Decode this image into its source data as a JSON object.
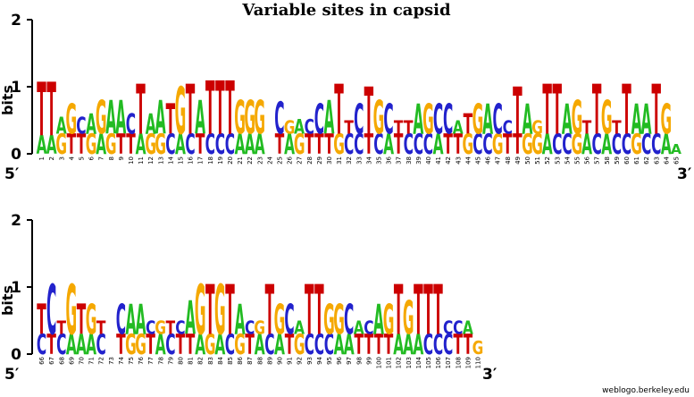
{
  "title": "Variable sites in capsid",
  "credit": "weblogo.berkeley.edu",
  "colors": {
    "A": "#22bb22",
    "C": "#2222cc",
    "G": "#f5a800",
    "T": "#cc0000"
  },
  "chart_data": {
    "type": "sequence-logo",
    "title": "Variable sites in capsid",
    "ylabel": "bits",
    "ylim": [
      0,
      2
    ],
    "yticks": [
      "0",
      "1",
      "2"
    ],
    "start_label": "5′",
    "end_label": "3′",
    "columns_per_row": 65,
    "positions": [
      {
        "pos": "1",
        "stack": [
          "A",
          "T"
        ],
        "h": [
          0.28,
          0.8
        ]
      },
      {
        "pos": "2",
        "stack": [
          "A",
          "T"
        ],
        "h": [
          0.28,
          0.8
        ]
      },
      {
        "pos": "3",
        "stack": [
          "G",
          "A"
        ],
        "h": [
          0.3,
          0.25
        ]
      },
      {
        "pos": "4",
        "stack": [
          "T",
          "G"
        ],
        "h": [
          0.3,
          0.45
        ]
      },
      {
        "pos": "5",
        "stack": [
          "T",
          "C"
        ],
        "h": [
          0.3,
          0.25
        ]
      },
      {
        "pos": "6",
        "stack": [
          "G",
          "A"
        ],
        "h": [
          0.3,
          0.3
        ]
      },
      {
        "pos": "7",
        "stack": [
          "A",
          "G"
        ],
        "h": [
          0.3,
          0.5
        ]
      },
      {
        "pos": "8",
        "stack": [
          "G",
          "A"
        ],
        "h": [
          0.3,
          0.5
        ]
      },
      {
        "pos": "9",
        "stack": [
          "T",
          "A"
        ],
        "h": [
          0.3,
          0.5
        ]
      },
      {
        "pos": "10",
        "stack": [
          "T",
          "C"
        ],
        "h": [
          0.3,
          0.3
        ]
      },
      {
        "pos": "11",
        "stack": [
          "A",
          "T"
        ],
        "h": [
          0.3,
          0.75
        ]
      },
      {
        "pos": "12",
        "stack": [
          "G",
          "A"
        ],
        "h": [
          0.3,
          0.3
        ]
      },
      {
        "pos": "13",
        "stack": [
          "G",
          "A"
        ],
        "h": [
          0.3,
          0.5
        ]
      },
      {
        "pos": "14",
        "stack": [
          "C",
          "T"
        ],
        "h": [
          0.3,
          0.45
        ]
      },
      {
        "pos": "15",
        "stack": [
          "A",
          "G"
        ],
        "h": [
          0.3,
          0.7
        ]
      },
      {
        "pos": "16",
        "stack": [
          "C",
          "T"
        ],
        "h": [
          0.3,
          0.75
        ]
      },
      {
        "pos": "17",
        "stack": [
          "T",
          "A"
        ],
        "h": [
          0.3,
          0.5
        ]
      },
      {
        "pos": "18",
        "stack": [
          "C",
          "T"
        ],
        "h": [
          0.3,
          0.8
        ]
      },
      {
        "pos": "19",
        "stack": [
          "C",
          "T"
        ],
        "h": [
          0.3,
          0.8
        ]
      },
      {
        "pos": "20",
        "stack": [
          "C",
          "T"
        ],
        "h": [
          0.3,
          0.8
        ]
      },
      {
        "pos": "21",
        "stack": [
          "A",
          "G"
        ],
        "h": [
          0.3,
          0.5
        ]
      },
      {
        "pos": "22",
        "stack": [
          "A",
          "G"
        ],
        "h": [
          0.3,
          0.5
        ]
      },
      {
        "pos": "23",
        "stack": [
          "A",
          "G"
        ],
        "h": [
          0.3,
          0.5
        ]
      },
      {
        "pos": "24",
        "stack": [],
        "h": []
      },
      {
        "pos": "25",
        "stack": [
          "T",
          "C"
        ],
        "h": [
          0.3,
          0.48
        ]
      },
      {
        "pos": "26",
        "stack": [
          "A",
          "G"
        ],
        "h": [
          0.3,
          0.2
        ]
      },
      {
        "pos": "27",
        "stack": [
          "G",
          "A"
        ],
        "h": [
          0.3,
          0.22
        ]
      },
      {
        "pos": "28",
        "stack": [
          "T",
          "C"
        ],
        "h": [
          0.3,
          0.22
        ]
      },
      {
        "pos": "29",
        "stack": [
          "T",
          "C"
        ],
        "h": [
          0.3,
          0.45
        ]
      },
      {
        "pos": "30",
        "stack": [
          "T",
          "A"
        ],
        "h": [
          0.3,
          0.5
        ]
      },
      {
        "pos": "31",
        "stack": [
          "G",
          "T"
        ],
        "h": [
          0.3,
          0.75
        ]
      },
      {
        "pos": "32",
        "stack": [
          "C",
          "T"
        ],
        "h": [
          0.3,
          0.2
        ]
      },
      {
        "pos": "33",
        "stack": [
          "C",
          "C"
        ],
        "h": [
          0.3,
          0.45
        ]
      },
      {
        "pos": "34",
        "stack": [
          "T",
          "T"
        ],
        "h": [
          0.3,
          0.7
        ]
      },
      {
        "pos": "35",
        "stack": [
          "C",
          "G"
        ],
        "h": [
          0.3,
          0.5
        ]
      },
      {
        "pos": "36",
        "stack": [
          "A",
          "C"
        ],
        "h": [
          0.3,
          0.45
        ]
      },
      {
        "pos": "37",
        "stack": [
          "T",
          "T"
        ],
        "h": [
          0.3,
          0.2
        ]
      },
      {
        "pos": "38",
        "stack": [
          "C",
          "T"
        ],
        "h": [
          0.3,
          0.2
        ]
      },
      {
        "pos": "39",
        "stack": [
          "C",
          "A"
        ],
        "h": [
          0.3,
          0.45
        ]
      },
      {
        "pos": "40",
        "stack": [
          "C",
          "G"
        ],
        "h": [
          0.3,
          0.45
        ]
      },
      {
        "pos": "41",
        "stack": [
          "A",
          "C"
        ],
        "h": [
          0.3,
          0.45
        ]
      },
      {
        "pos": "42",
        "stack": [
          "T",
          "C"
        ],
        "h": [
          0.3,
          0.45
        ]
      },
      {
        "pos": "43",
        "stack": [
          "T",
          "A"
        ],
        "h": [
          0.3,
          0.2
        ]
      },
      {
        "pos": "44",
        "stack": [
          "G",
          "T"
        ],
        "h": [
          0.3,
          0.3
        ]
      },
      {
        "pos": "45",
        "stack": [
          "C",
          "G"
        ],
        "h": [
          0.3,
          0.45
        ]
      },
      {
        "pos": "46",
        "stack": [
          "C",
          "A"
        ],
        "h": [
          0.3,
          0.45
        ]
      },
      {
        "pos": "47",
        "stack": [
          "G",
          "C"
        ],
        "h": [
          0.3,
          0.45
        ]
      },
      {
        "pos": "48",
        "stack": [
          "T",
          "C"
        ],
        "h": [
          0.3,
          0.2
        ]
      },
      {
        "pos": "49",
        "stack": [
          "T",
          "T"
        ],
        "h": [
          0.3,
          0.7
        ]
      },
      {
        "pos": "50",
        "stack": [
          "G",
          "A"
        ],
        "h": [
          0.3,
          0.45
        ]
      },
      {
        "pos": "51",
        "stack": [
          "G",
          "G"
        ],
        "h": [
          0.3,
          0.2
        ]
      },
      {
        "pos": "52",
        "stack": [
          "A",
          "T"
        ],
        "h": [
          0.3,
          0.75
        ]
      },
      {
        "pos": "53",
        "stack": [
          "C",
          "T"
        ],
        "h": [
          0.3,
          0.75
        ]
      },
      {
        "pos": "54",
        "stack": [
          "C",
          "A"
        ],
        "h": [
          0.3,
          0.45
        ]
      },
      {
        "pos": "55",
        "stack": [
          "G",
          "G"
        ],
        "h": [
          0.3,
          0.5
        ]
      },
      {
        "pos": "56",
        "stack": [
          "A",
          "T"
        ],
        "h": [
          0.3,
          0.2
        ]
      },
      {
        "pos": "57",
        "stack": [
          "C",
          "T"
        ],
        "h": [
          0.3,
          0.75
        ]
      },
      {
        "pos": "58",
        "stack": [
          "A",
          "G"
        ],
        "h": [
          0.3,
          0.5
        ]
      },
      {
        "pos": "59",
        "stack": [
          "C",
          "T"
        ],
        "h": [
          0.3,
          0.2
        ]
      },
      {
        "pos": "60",
        "stack": [
          "C",
          "T"
        ],
        "h": [
          0.3,
          0.75
        ]
      },
      {
        "pos": "61",
        "stack": [
          "G",
          "A"
        ],
        "h": [
          0.3,
          0.45
        ]
      },
      {
        "pos": "62",
        "stack": [
          "C",
          "A"
        ],
        "h": [
          0.3,
          0.45
        ]
      },
      {
        "pos": "63",
        "stack": [
          "C",
          "T"
        ],
        "h": [
          0.3,
          0.75
        ]
      },
      {
        "pos": "64",
        "stack": [
          "A",
          "G"
        ],
        "h": [
          0.3,
          0.45
        ]
      },
      {
        "pos": "65",
        "stack": [
          "A"
        ],
        "h": [
          0.15
        ]
      },
      {
        "pos": "66",
        "stack": [
          "C",
          "T"
        ],
        "h": [
          0.3,
          0.45
        ]
      },
      {
        "pos": "67",
        "stack": [
          "T",
          "C"
        ],
        "h": [
          0.3,
          0.75
        ]
      },
      {
        "pos": "68",
        "stack": [
          "C",
          "T"
        ],
        "h": [
          0.3,
          0.2
        ]
      },
      {
        "pos": "69",
        "stack": [
          "A",
          "G"
        ],
        "h": [
          0.3,
          0.75
        ]
      },
      {
        "pos": "70",
        "stack": [
          "A",
          "T"
        ],
        "h": [
          0.3,
          0.45
        ]
      },
      {
        "pos": "71",
        "stack": [
          "A",
          "G"
        ],
        "h": [
          0.3,
          0.45
        ]
      },
      {
        "pos": "72",
        "stack": [
          "C",
          "T"
        ],
        "h": [
          0.3,
          0.2
        ]
      },
      {
        "pos": "73",
        "stack": [],
        "h": []
      },
      {
        "pos": "74",
        "stack": [
          "T",
          "C"
        ],
        "h": [
          0.3,
          0.45
        ]
      },
      {
        "pos": "75",
        "stack": [
          "G",
          "A"
        ],
        "h": [
          0.3,
          0.45
        ]
      },
      {
        "pos": "76",
        "stack": [
          "G",
          "A"
        ],
        "h": [
          0.3,
          0.45
        ]
      },
      {
        "pos": "77",
        "stack": [
          "T",
          "C"
        ],
        "h": [
          0.3,
          0.2
        ]
      },
      {
        "pos": "78",
        "stack": [
          "A",
          "G"
        ],
        "h": [
          0.3,
          0.2
        ]
      },
      {
        "pos": "79",
        "stack": [
          "C",
          "T"
        ],
        "h": [
          0.3,
          0.2
        ]
      },
      {
        "pos": "80",
        "stack": [
          "T",
          "C"
        ],
        "h": [
          0.3,
          0.2
        ]
      },
      {
        "pos": "81",
        "stack": [
          "T",
          "A"
        ],
        "h": [
          0.3,
          0.5
        ]
      },
      {
        "pos": "82",
        "stack": [
          "A",
          "G"
        ],
        "h": [
          0.3,
          0.75
        ]
      },
      {
        "pos": "83",
        "stack": [
          "G",
          "T"
        ],
        "h": [
          0.3,
          0.75
        ]
      },
      {
        "pos": "84",
        "stack": [
          "A",
          "G"
        ],
        "h": [
          0.3,
          0.75
        ]
      },
      {
        "pos": "85",
        "stack": [
          "C",
          "T"
        ],
        "h": [
          0.3,
          0.75
        ]
      },
      {
        "pos": "86",
        "stack": [
          "G",
          "A"
        ],
        "h": [
          0.3,
          0.45
        ]
      },
      {
        "pos": "87",
        "stack": [
          "T",
          "C"
        ],
        "h": [
          0.3,
          0.2
        ]
      },
      {
        "pos": "88",
        "stack": [
          "A",
          "G"
        ],
        "h": [
          0.3,
          0.2
        ]
      },
      {
        "pos": "89",
        "stack": [
          "C",
          "T"
        ],
        "h": [
          0.3,
          0.75
        ]
      },
      {
        "pos": "90",
        "stack": [
          "A",
          "G"
        ],
        "h": [
          0.3,
          0.45
        ]
      },
      {
        "pos": "91",
        "stack": [
          "T",
          "C"
        ],
        "h": [
          0.3,
          0.45
        ]
      },
      {
        "pos": "92",
        "stack": [
          "G",
          "A"
        ],
        "h": [
          0.3,
          0.2
        ]
      },
      {
        "pos": "93",
        "stack": [
          "C",
          "T"
        ],
        "h": [
          0.3,
          0.75
        ]
      },
      {
        "pos": "94",
        "stack": [
          "C",
          "T"
        ],
        "h": [
          0.3,
          0.75
        ]
      },
      {
        "pos": "95",
        "stack": [
          "C",
          "G"
        ],
        "h": [
          0.3,
          0.45
        ]
      },
      {
        "pos": "96",
        "stack": [
          "A",
          "G"
        ],
        "h": [
          0.3,
          0.45
        ]
      },
      {
        "pos": "97",
        "stack": [
          "A",
          "C"
        ],
        "h": [
          0.3,
          0.45
        ]
      },
      {
        "pos": "98",
        "stack": [
          "T",
          "A"
        ],
        "h": [
          0.3,
          0.2
        ]
      },
      {
        "pos": "99",
        "stack": [
          "T",
          "C"
        ],
        "h": [
          0.3,
          0.2
        ]
      },
      {
        "pos": "100",
        "stack": [
          "T",
          "A"
        ],
        "h": [
          0.3,
          0.45
        ]
      },
      {
        "pos": "101",
        "stack": [
          "T",
          "G"
        ],
        "h": [
          0.3,
          0.45
        ]
      },
      {
        "pos": "102",
        "stack": [
          "A",
          "T"
        ],
        "h": [
          0.3,
          0.75
        ]
      },
      {
        "pos": "103",
        "stack": [
          "A",
          "G"
        ],
        "h": [
          0.3,
          0.5
        ]
      },
      {
        "pos": "104",
        "stack": [
          "A",
          "T"
        ],
        "h": [
          0.3,
          0.75
        ]
      },
      {
        "pos": "105",
        "stack": [
          "C",
          "T"
        ],
        "h": [
          0.3,
          0.75
        ]
      },
      {
        "pos": "106",
        "stack": [
          "C",
          "T"
        ],
        "h": [
          0.3,
          0.75
        ]
      },
      {
        "pos": "107",
        "stack": [
          "C",
          "C"
        ],
        "h": [
          0.3,
          0.2
        ]
      },
      {
        "pos": "108",
        "stack": [
          "T",
          "C"
        ],
        "h": [
          0.3,
          0.2
        ]
      },
      {
        "pos": "109",
        "stack": [
          "T",
          "A"
        ],
        "h": [
          0.3,
          0.2
        ]
      },
      {
        "pos": "110",
        "stack": [
          "G"
        ],
        "h": [
          0.2
        ]
      }
    ]
  }
}
